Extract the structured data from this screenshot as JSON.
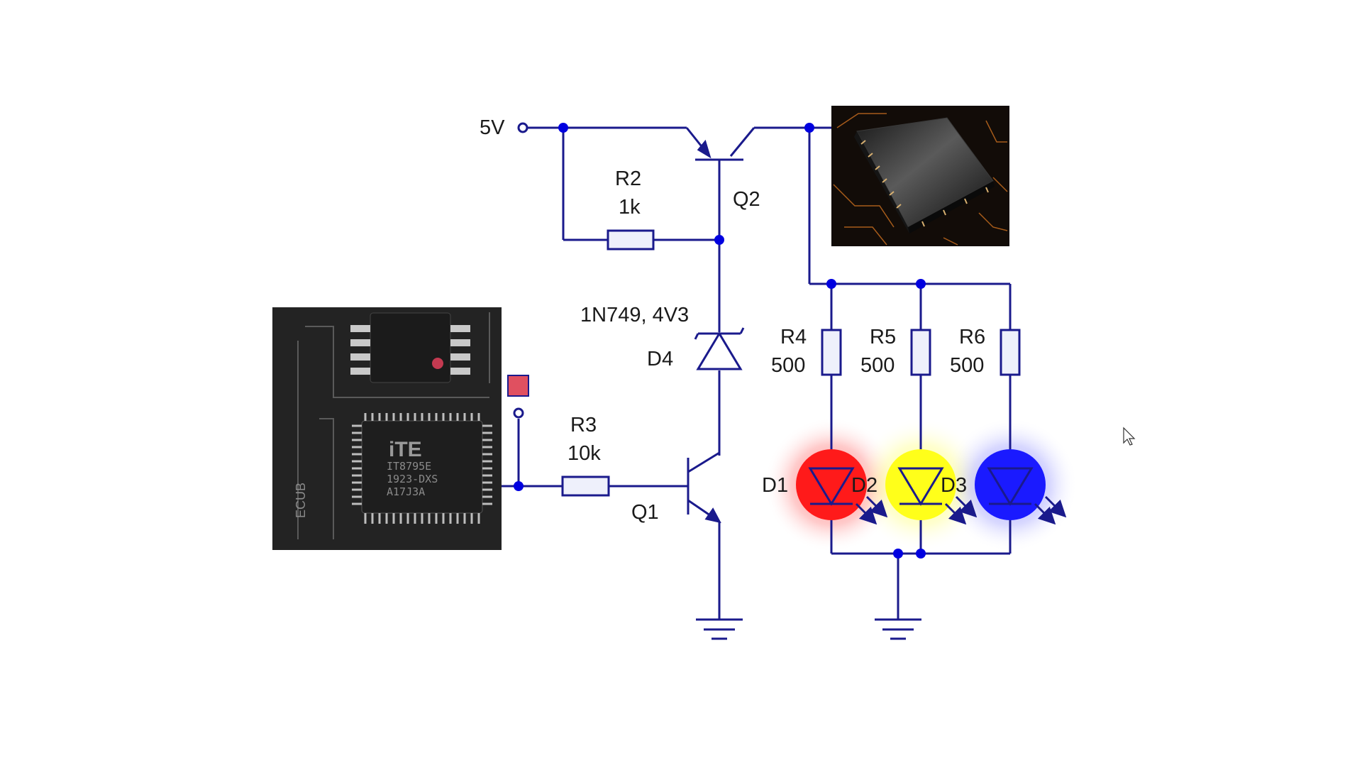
{
  "schematic": {
    "supply_label": "5V",
    "components": {
      "r2": {
        "ref": "R2",
        "value": "1k"
      },
      "r3": {
        "ref": "R3",
        "value": "10k"
      },
      "r4": {
        "ref": "R4",
        "value": "500"
      },
      "r5": {
        "ref": "R5",
        "value": "500"
      },
      "r6": {
        "ref": "R6",
        "value": "500"
      },
      "q1": {
        "ref": "Q1"
      },
      "q2": {
        "ref": "Q2"
      },
      "d4": {
        "ref": "D4",
        "part": "1N749, 4V3"
      },
      "d1": {
        "ref": "D1",
        "color": "#ff1a1a"
      },
      "d2": {
        "ref": "D2",
        "color": "#ffff1a"
      },
      "d3": {
        "ref": "D3",
        "color": "#1a1aff"
      }
    },
    "wire_color": "#1a1a8c",
    "node_color": "#0000e0",
    "input_switch_color": "#e05060"
  },
  "photos": {
    "ic_chip": {
      "markings": {
        "brand": "iTE",
        "line1": "IT8795E",
        "line2": "1923-DXS",
        "line3": "A17J3A",
        "silk": "ECUB"
      }
    }
  }
}
